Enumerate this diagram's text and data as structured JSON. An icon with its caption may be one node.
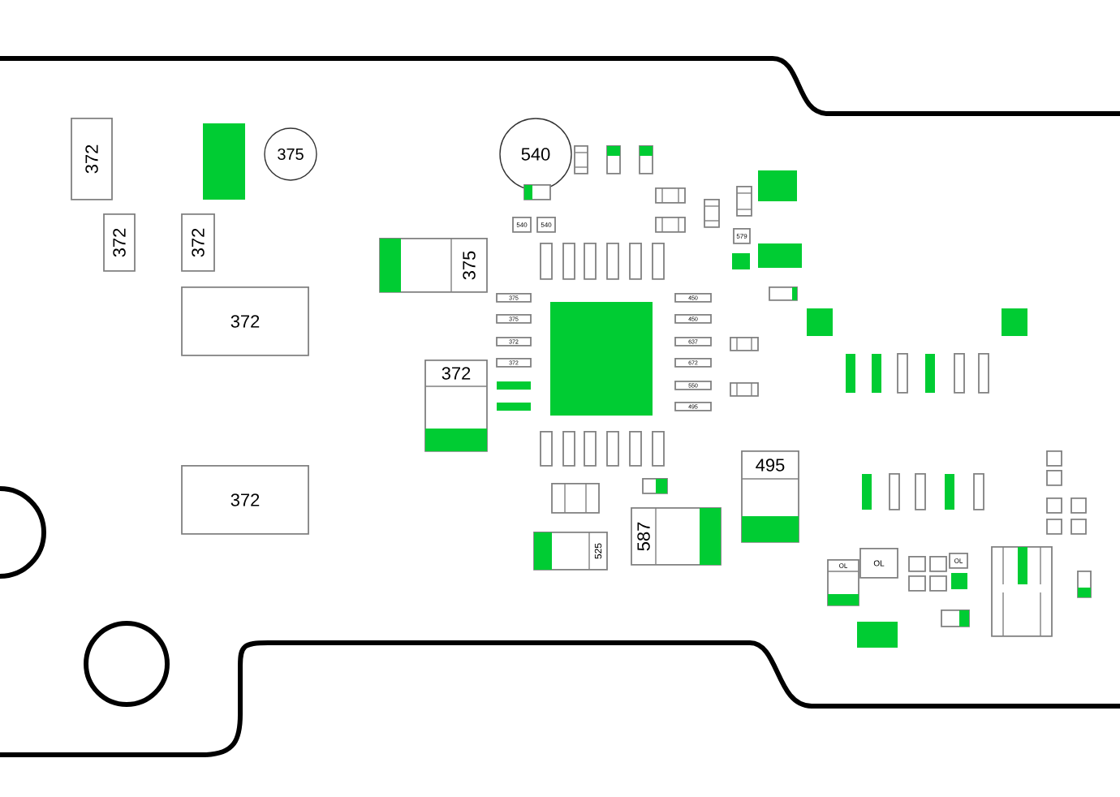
{
  "diagram": {
    "nodes": [
      {
        "text": [
          "372"
        ]
      },
      {
        "text": [
          "375"
        ]
      },
      {
        "text": [
          "372"
        ]
      },
      {
        "text": [
          "372"
        ]
      },
      {
        "text": [
          "372"
        ]
      },
      {
        "text": [
          "372"
        ]
      },
      {
        "text": [
          "375"
        ]
      },
      {
        "text": [
          "540"
        ]
      },
      {
        "text": [],
        "shape": "box"
      },
      {
        "text": [],
        "shape": "box"
      },
      {
        "text": [],
        "shape": "box"
      },
      {
        "text": [],
        "shape": "box"
      },
      {
        "text": [
          "540"
        ]
      },
      {
        "text": [
          "540"
        ]
      },
      {
        "text": [],
        "shape": "box"
      },
      {
        "text": [],
        "shape": "box"
      },
      {
        "text": [],
        "shape": "box"
      },
      {
        "text": [],
        "shape": "box"
      },
      {
        "text": [
          "579"
        ]
      },
      {
        "text": [],
        "shape": "box"
      },
      {
        "text": [],
        "shape": "box"
      },
      {
        "text": [],
        "shape": "box"
      },
      {
        "text": [],
        "shape": "box"
      },
      {
        "text": [],
        "shape": "box"
      },
      {
        "text": [],
        "shape": "box"
      },
      {
        "text": [
          "375"
        ]
      },
      {
        "text": [
          "375"
        ]
      },
      {
        "text": [
          "372"
        ]
      },
      {
        "text": [
          "372"
        ]
      },
      {
        "text": [
          "450"
        ]
      },
      {
        "text": [
          "450"
        ]
      },
      {
        "text": [
          "637"
        ]
      },
      {
        "text": [
          "672"
        ]
      },
      {
        "text": [
          "550"
        ]
      },
      {
        "text": [
          "495"
        ]
      },
      {
        "text": [],
        "shape": "box"
      },
      {
        "text": [],
        "shape": "box"
      },
      {
        "text": [],
        "shape": "box"
      },
      {
        "text": [],
        "shape": "box"
      },
      {
        "text": [],
        "shape": "box"
      },
      {
        "text": [],
        "shape": "box"
      },
      {
        "text": [
          "372"
        ]
      },
      {
        "text": [],
        "shape": "box"
      },
      {
        "text": [],
        "shape": "box"
      },
      {
        "text": [],
        "shape": "box"
      },
      {
        "text": [],
        "shape": "box"
      },
      {
        "text": [
          "587"
        ]
      },
      {
        "text": [
          "525"
        ]
      },
      {
        "text": [
          "495"
        ]
      },
      {
        "text": [],
        "shape": "box"
      },
      {
        "text": [],
        "shape": "box"
      },
      {
        "text": [],
        "shape": "box"
      },
      {
        "text": [],
        "shape": "box"
      },
      {
        "text": [],
        "shape": "box"
      },
      {
        "text": [],
        "shape": "box"
      },
      {
        "text": [],
        "shape": "box"
      },
      {
        "text": [],
        "shape": "box"
      },
      {
        "text": [],
        "shape": "box"
      },
      {
        "text": [],
        "shape": "box"
      },
      {
        "text": [],
        "shape": "box"
      },
      {
        "text": [],
        "shape": "box"
      },
      {
        "text": [],
        "shape": "box"
      },
      {
        "text": [
          "OL"
        ]
      },
      {
        "text": [
          "OL"
        ]
      },
      {
        "text": [],
        "shape": "box"
      },
      {
        "text": [],
        "shape": "box"
      },
      {
        "text": [],
        "shape": "box"
      },
      {
        "text": [],
        "shape": "box"
      },
      {
        "text": [
          "OL"
        ]
      },
      {
        "text": [],
        "shape": "box"
      },
      {
        "text": [],
        "shape": "box"
      },
      {
        "text": [],
        "shape": "box"
      }
    ]
  }
}
